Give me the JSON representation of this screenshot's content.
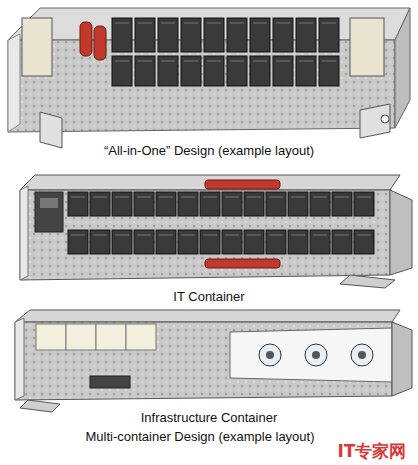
{
  "diagram": {
    "labels": [
      "“All-in-One” Design (example layout)",
      "IT Container",
      "Infrastructure Container",
      "Multi-container Design (example layout)",
      "IT专家网"
    ]
  }
}
